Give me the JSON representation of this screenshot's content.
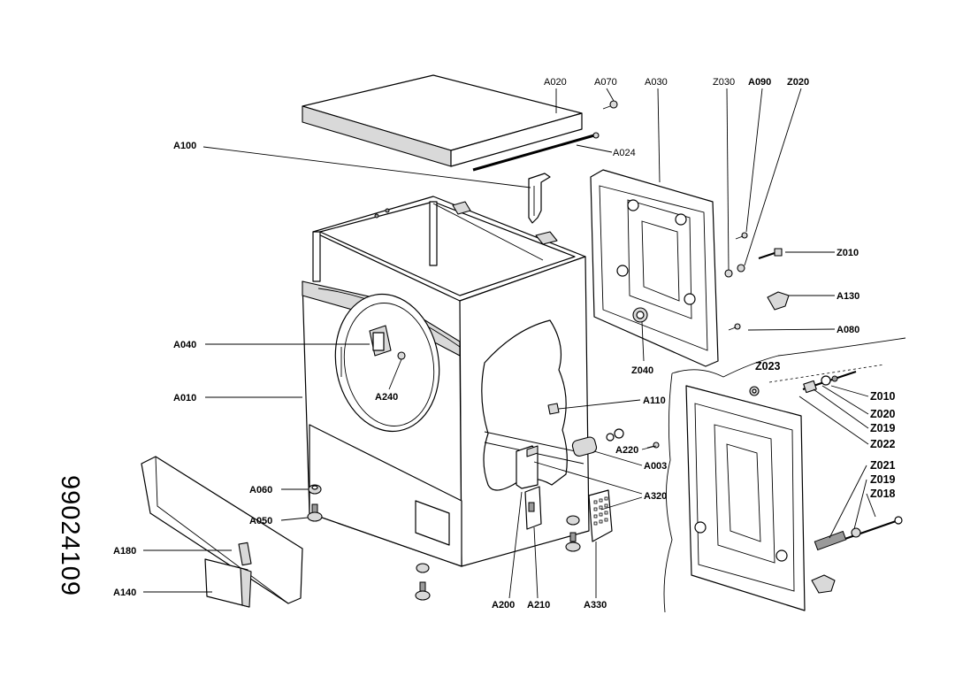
{
  "document_number": "99024109",
  "labels": {
    "A020": "A020",
    "A070": "A070",
    "A030": "A030",
    "Z030": "Z030",
    "A090": "A090",
    "Z020_top": "Z020",
    "A100": "A100",
    "A024": "A024",
    "Z010_top": "Z010",
    "A130": "A130",
    "A080": "A080",
    "A040": "A040",
    "Z040": "Z040",
    "Z023": "Z023",
    "A010": "A010",
    "A240": "A240",
    "A110": "A110",
    "Z010_right": "Z010",
    "Z020_right": "Z020",
    "Z019_a": "Z019",
    "Z022": "Z022",
    "A220": "A220",
    "A003": "A003",
    "Z021": "Z021",
    "Z019_b": "Z019",
    "Z018": "Z018",
    "A060": "A060",
    "A320": "A320",
    "A050": "A050",
    "A180": "A180",
    "A140": "A140",
    "A200": "A200",
    "A210": "A210",
    "A330": "A330"
  }
}
